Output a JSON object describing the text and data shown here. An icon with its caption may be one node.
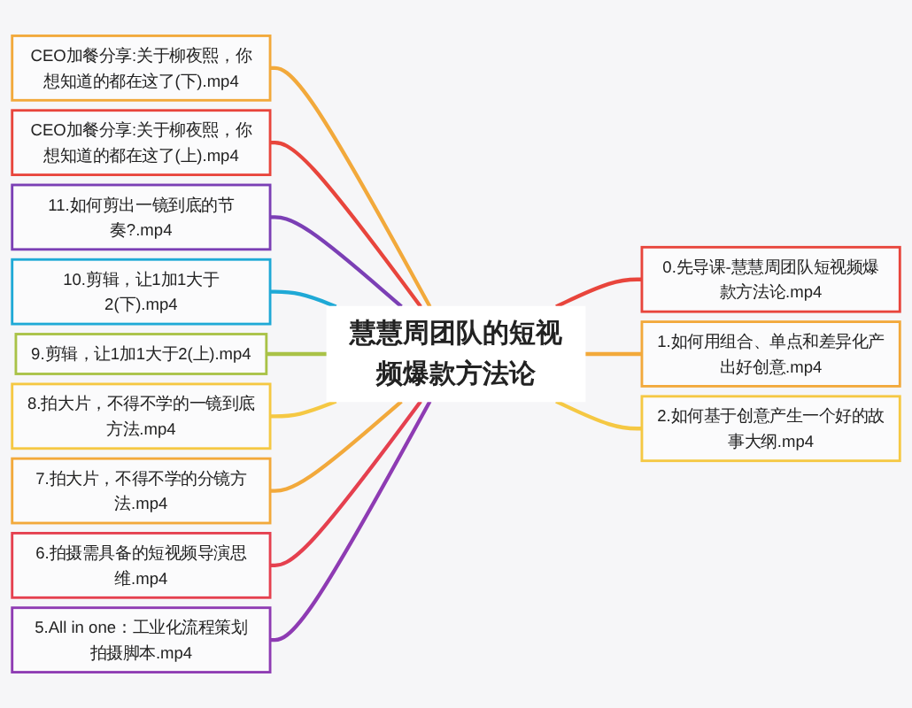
{
  "diagram": {
    "nodes": [
      {
        "text": [
          "慧慧周团队的短视频爆款方法论"
        ]
      },
      {
        "text": [
          "CEO加餐分享:关于柳夜熙，你想知道的都在这了(下).mp4"
        ]
      },
      {
        "text": [
          "CEO加餐分享:关于柳夜熙，你想知道的都在这了(上).mp4"
        ]
      },
      {
        "text": [
          "11.如何剪出一镜到底的节奏?.mp4"
        ]
      },
      {
        "text": [
          "10.剪辑，让1加1大于2(下).mp4"
        ]
      },
      {
        "text": [
          "9.剪辑，让1加1大于2(上).mp4"
        ]
      },
      {
        "text": [
          "8.拍大片，不得不学的一镜到底方法.mp4"
        ]
      },
      {
        "text": [
          "7.拍大片，不得不学的分镜方法.mp4"
        ]
      },
      {
        "text": [
          "6.拍摄需具备的短视频导演思维.mp4"
        ]
      },
      {
        "text": [
          "5.All in one：工业化流程策划拍摄脚本.mp4"
        ]
      },
      {
        "text": [
          "0.先导课-慧慧周团队短视频爆款方法论.mp4"
        ]
      },
      {
        "text": [
          "1.如何用组合、单点和差异化产出好创意.mp4"
        ]
      },
      {
        "text": [
          "2.如何基于创意产生一个好的故事大纲.mp4"
        ]
      }
    ],
    "edges": [
      {
        "from": 1,
        "to": 0,
        "arrow": "none",
        "color": "#f2a93b"
      },
      {
        "from": 2,
        "to": 0,
        "arrow": "none",
        "color": "#e8453c"
      },
      {
        "from": 3,
        "to": 0,
        "arrow": "none",
        "color": "#7b3fb5"
      },
      {
        "from": 4,
        "to": 0,
        "arrow": "none",
        "color": "#1fa9d6"
      },
      {
        "from": 5,
        "to": 0,
        "arrow": "none",
        "color": "#a9c247"
      },
      {
        "from": 6,
        "to": 0,
        "arrow": "none",
        "color": "#f5c843"
      },
      {
        "from": 7,
        "to": 0,
        "arrow": "none",
        "color": "#f2a93b"
      },
      {
        "from": 8,
        "to": 0,
        "arrow": "none",
        "color": "#e5404f"
      },
      {
        "from": 9,
        "to": 0,
        "arrow": "none",
        "color": "#8e3bb3"
      },
      {
        "from": 0,
        "to": 10,
        "arrow": "none",
        "color": "#e8453c"
      },
      {
        "from": 0,
        "to": 11,
        "arrow": "none",
        "color": "#f2a93b"
      },
      {
        "from": 0,
        "to": 12,
        "arrow": "none",
        "color": "#f5c843"
      }
    ]
  }
}
